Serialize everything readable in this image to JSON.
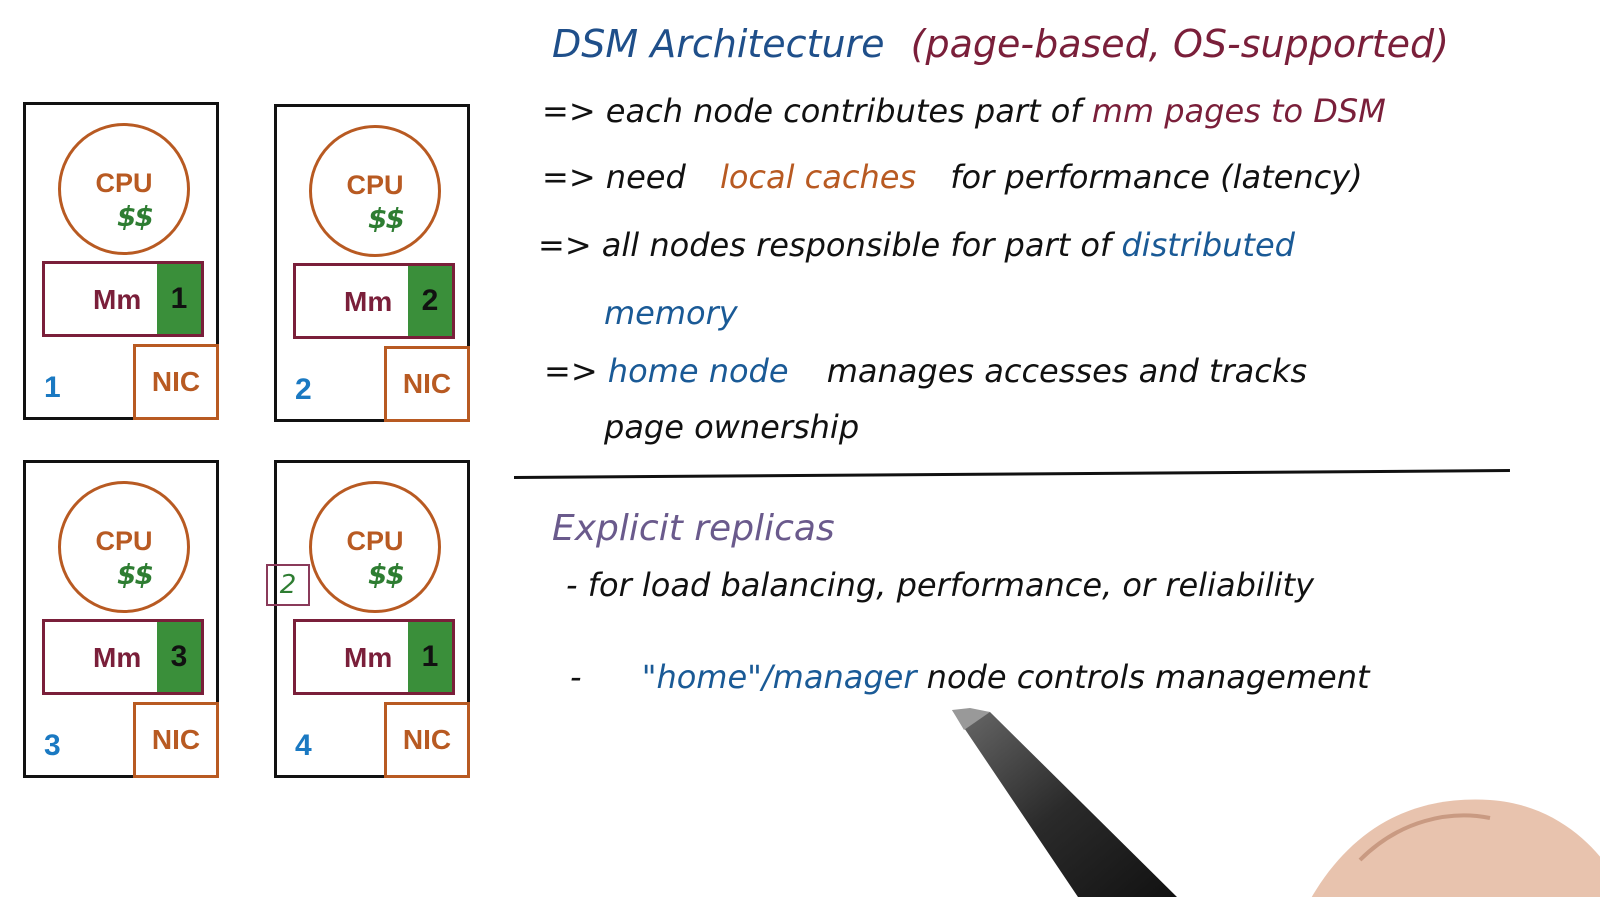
{
  "nodes": [
    {
      "cpu": "CPU",
      "cache": "$$",
      "mem": "Mm",
      "page": "1",
      "number": "1",
      "nic": "NIC"
    },
    {
      "cpu": "CPU",
      "cache": "$$",
      "mem": "Mm",
      "page": "2",
      "number": "2",
      "nic": "NIC"
    },
    {
      "cpu": "CPU",
      "cache": "$$",
      "mem": "Mm",
      "page": "3",
      "number": "3",
      "nic": "NIC"
    },
    {
      "cpu": "CPU",
      "cache": "$$",
      "mem": "Mm",
      "page": "1",
      "number": "4",
      "nic": "NIC"
    }
  ],
  "replica_label": "2",
  "notes": {
    "title": "DSM Architecture",
    "title_paren": "(page-based, OS-supported)",
    "line1_a": "=> each node contributes part of",
    "line1_b": "mm pages to DSM",
    "line2_a": "=> need",
    "line2_b": "local caches",
    "line2_c": "for performance (latency)",
    "line3_a": "=> all nodes responsible for part of",
    "line3_b": "distributed",
    "line3_c": "memory",
    "line4_a": "=>",
    "line4_b": "home node",
    "line4_c": "manages accesses and tracks",
    "line4_d": "page ownership"
  },
  "replicas": {
    "title": "Explicit replicas",
    "item1": "- for load balancing, performance, or reliability",
    "item2_dash": "-",
    "item2_a": "\"home\"/manager",
    "item2_b": "node controls management"
  },
  "colors": {
    "cpu": "#b85a22",
    "cache": "#2e7d32",
    "memory": "#7a1f3a",
    "page": "#3a8f3a",
    "node_number": "#1a79c2",
    "highlight_blue": "#1a5a96"
  }
}
